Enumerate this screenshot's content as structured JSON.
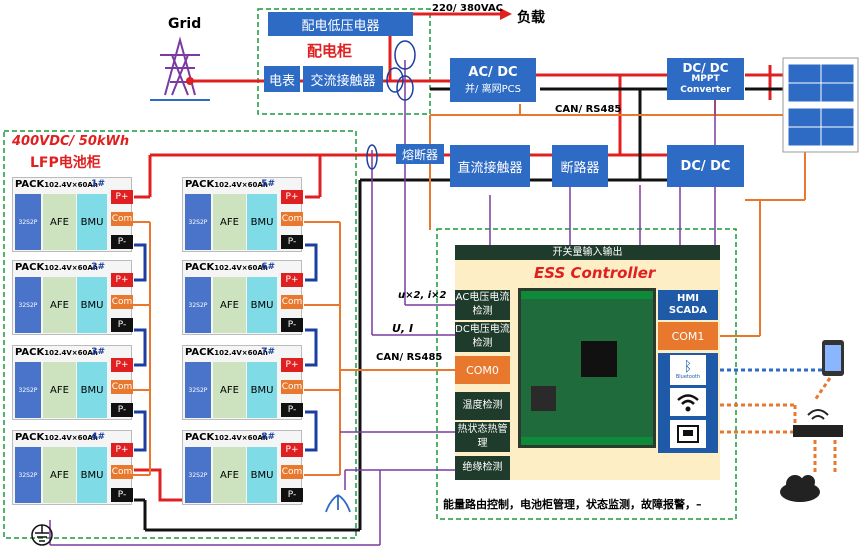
{
  "grid_label": "Grid",
  "distribution": {
    "lv_appliance": "配电低压电器",
    "cabinet_label": "配电柜",
    "meter": "电表",
    "ac_contactor": "交流接触器",
    "voltage": "220/ 380VAC",
    "load": "负载"
  },
  "acdc": {
    "title": "AC/ DC",
    "sub": "并/ 离网PCS"
  },
  "mppt": {
    "title": "DC/ DC",
    "sub1": "MPPT",
    "sub2": "Converter"
  },
  "dcdc": {
    "title": "DC/ DC"
  },
  "bus_label": "CAN/ RS485",
  "battery": {
    "spec": "400VDC/ 50kWh",
    "title": "LFP电池柜",
    "packs": [
      {
        "name": "PACK",
        "spec": "102.4V×60Ah",
        "num": "1#",
        "cell": "32S2P",
        "afe": "AFE",
        "bmu": "BMU"
      },
      {
        "name": "PACK",
        "spec": "102.4V×60Ah",
        "num": "2#",
        "cell": "32S2P",
        "afe": "AFE",
        "bmu": "BMU"
      },
      {
        "name": "PACK",
        "spec": "102.4V×60Ah",
        "num": "3#",
        "cell": "32S2P",
        "afe": "AFE",
        "bmu": "BMU"
      },
      {
        "name": "PACK",
        "spec": "102.4V×60Ah",
        "num": "4#",
        "cell": "32S2P",
        "afe": "AFE",
        "bmu": "BMU"
      },
      {
        "name": "PACK",
        "spec": "102.4V×60Ah",
        "num": "5#",
        "cell": "32S2P",
        "afe": "AFE",
        "bmu": "BMU"
      },
      {
        "name": "PACK",
        "spec": "102.4V×60Ah",
        "num": "6#",
        "cell": "32S2P",
        "afe": "AFE",
        "bmu": "BMU"
      },
      {
        "name": "PACK",
        "spec": "102.4V×60Ah",
        "num": "7#",
        "cell": "32S2P",
        "afe": "AFE",
        "bmu": "BMU"
      },
      {
        "name": "PACK",
        "spec": "102.4V×60Ah",
        "num": "8#",
        "cell": "32S2P",
        "afe": "AFE",
        "bmu": "BMU"
      }
    ],
    "term_p": "P+",
    "term_com": "Com",
    "term_n": "P-"
  },
  "fuse": "熔断器",
  "dc_contactor": "直流接触器",
  "breaker": "断路器",
  "ess": {
    "io_header": "开关量输入输出",
    "title": "ESS Controller",
    "ac_detect": "AC电压电流检测",
    "dc_detect": "DC电压电流检测",
    "com0": "COM0",
    "temp": "温度检测",
    "thermal": "热状态热管理",
    "insulation": "绝缘检测",
    "hmi1": "HMI",
    "hmi2": "SCADA",
    "com1": "COM1",
    "bt_label": "Bluetooth"
  },
  "signal_uv": "u×2, i×2",
  "signal_ui": "U,  I",
  "bus_label2": "CAN/ RS485",
  "footer": "能量路由控制，电池柜管理，状态监测，故障报警，–",
  "colors": {
    "red": "#e02020",
    "orange": "#e8782d",
    "blue": "#2e6bc4",
    "green": "#1a9a3a",
    "purple": "#7a3aa0"
  }
}
